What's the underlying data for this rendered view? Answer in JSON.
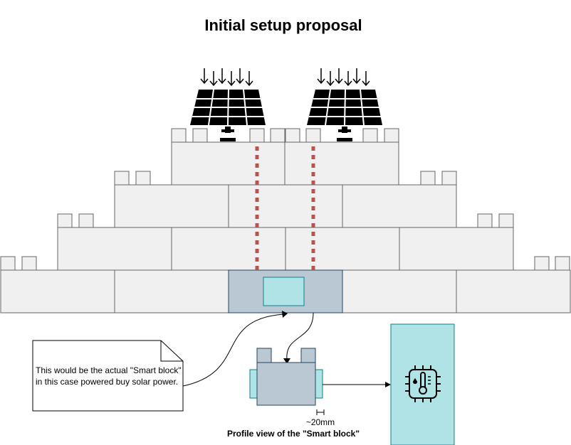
{
  "title": "Initial setup proposal",
  "note": {
    "line1": "This would be the actual \"Smart block\"",
    "line2": "in this case powered buy solar power."
  },
  "dimension_label": "~20mm",
  "profile_caption": "Profile view of the \"Smart block\"",
  "icons": [
    "solar-panel-icon",
    "sunlight-arrows-icon",
    "temperature-sensor-chip-icon"
  ],
  "colors": {
    "block_fill": "#f0f0f0",
    "block_stroke": "#666666",
    "smart_block_fill": "#bac8d3",
    "smart_block_stroke": "#23445d",
    "sensor_fill": "#b0e3e6",
    "sensor_stroke": "#0e8088",
    "wire_dashed": "#b85450"
  }
}
